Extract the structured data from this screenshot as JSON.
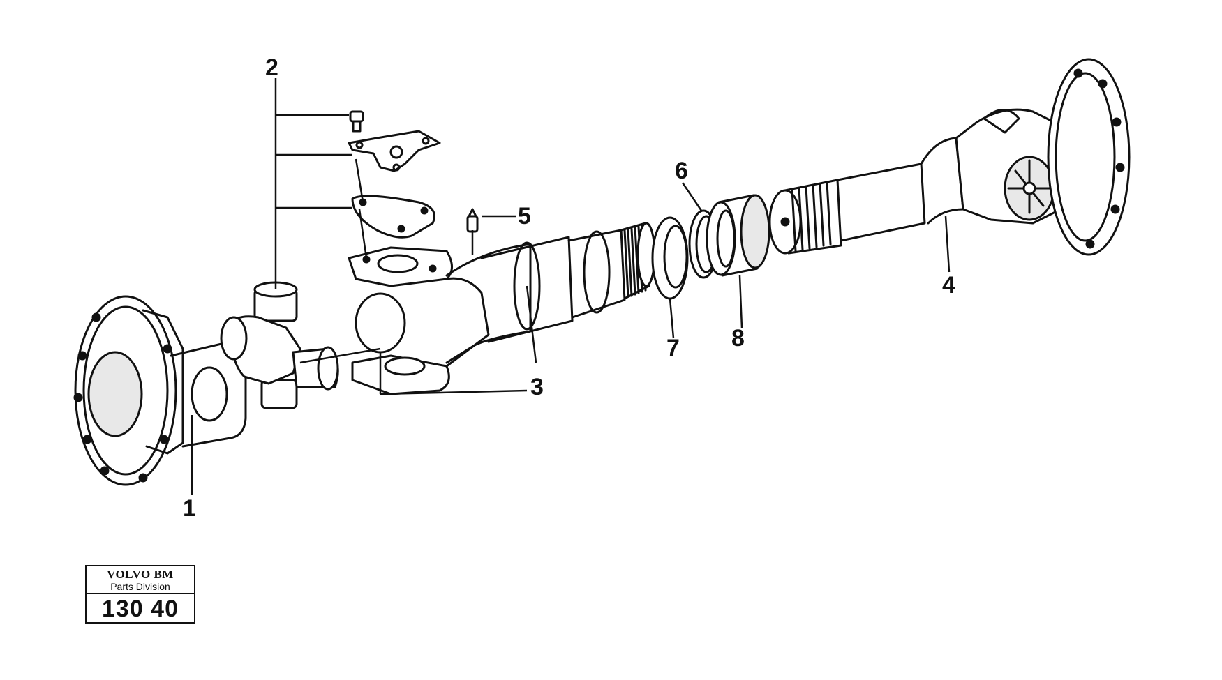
{
  "callouts": [
    "1",
    "2",
    "3",
    "4",
    "5",
    "6",
    "7",
    "8"
  ],
  "stamp": {
    "brand": "VOLVO BM",
    "division": "Parts Division",
    "code": "130 40"
  }
}
